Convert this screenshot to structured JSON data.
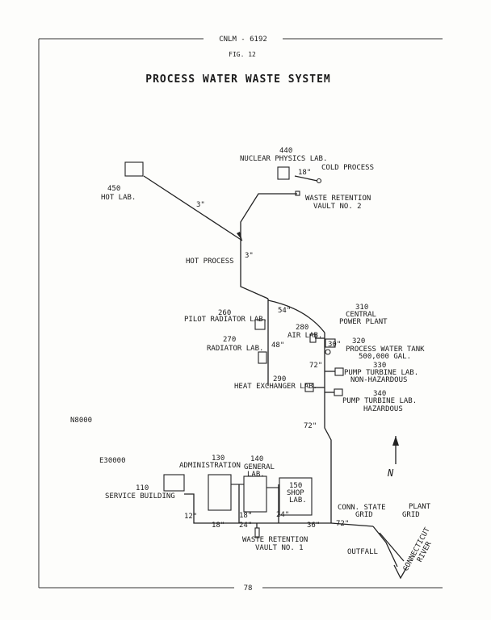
{
  "header": {
    "doc_number": "CNLM - 6192",
    "figure": "FIG. 12",
    "title": "PROCESS WATER WASTE SYSTEM"
  },
  "footer": {
    "page_number": "78"
  },
  "buildings": {
    "nuclear_physics": {
      "number": "440",
      "name": "NUCLEAR PHYSICS LAB."
    },
    "hot_lab": {
      "number": "450",
      "name": "HOT LAB."
    },
    "pilot_radiator": {
      "number": "260",
      "name": "PILOT RADIATOR LAB."
    },
    "radiator": {
      "number": "270",
      "name": "RADIATOR LAB."
    },
    "air_lab": {
      "number": "280",
      "name": "AIR LAB."
    },
    "heat_exchanger": {
      "number": "290",
      "name": "HEAT EXCHANGER LAB."
    },
    "central_power": {
      "number": "310",
      "line1": "CENTRAL",
      "line2": "POWER PLANT"
    },
    "process_tank": {
      "number": "320",
      "line1": "PROCESS WATER TANK",
      "line2": "500,000 GAL."
    },
    "pump_nonhaz": {
      "number": "330",
      "line1": "PUMP TURBINE LAB.",
      "line2": "NON-HAZARDOUS"
    },
    "pump_haz": {
      "number": "340",
      "line1": "PUMP TURBINE LAB.",
      "line2": "HAZARDOUS"
    },
    "service": {
      "number": "110",
      "name": "SERVICE BUILDING"
    },
    "administration": {
      "number": "130",
      "name": "ADMINISTRATION"
    },
    "general_lab": {
      "number": "140",
      "line1": "GENERAL",
      "line2": "LAB."
    },
    "shop_lab": {
      "number": "150",
      "line1": "SHOP",
      "line2": "LAB."
    }
  },
  "labels": {
    "cold_process": "COLD PROCESS",
    "hot_process": "HOT PROCESS",
    "vault2_line1": "WASTE RETENTION",
    "vault2_line2": "VAULT NO. 2",
    "vault1_line1": "WASTE RETENTION",
    "vault1_line2": "VAULT NO. 1",
    "outfall": "OUTFALL",
    "state_grid_line1": "CONN. STATE",
    "state_grid_line2": "GRID",
    "plant_grid_line1": "PLANT",
    "plant_grid_line2": "GRID",
    "river_line1": "CONNECTICUT",
    "river_line2": "RIVER",
    "north_coord": "N8000",
    "east_coord": "E30000",
    "north_arrow": "N"
  },
  "pipe_sizes": {
    "cold": "18\"",
    "hot_a": "3\"",
    "hot_b": "3\"",
    "p54": "54\"",
    "p48": "48\"",
    "p30": "30\"",
    "p72a": "72\"",
    "p72b": "72\"",
    "p72c": "72\"",
    "p12": "12\"",
    "p18a": "18\"",
    "p18b": "18\"",
    "p24a": "24\"",
    "p24b": "24\"",
    "p36": "36\""
  }
}
